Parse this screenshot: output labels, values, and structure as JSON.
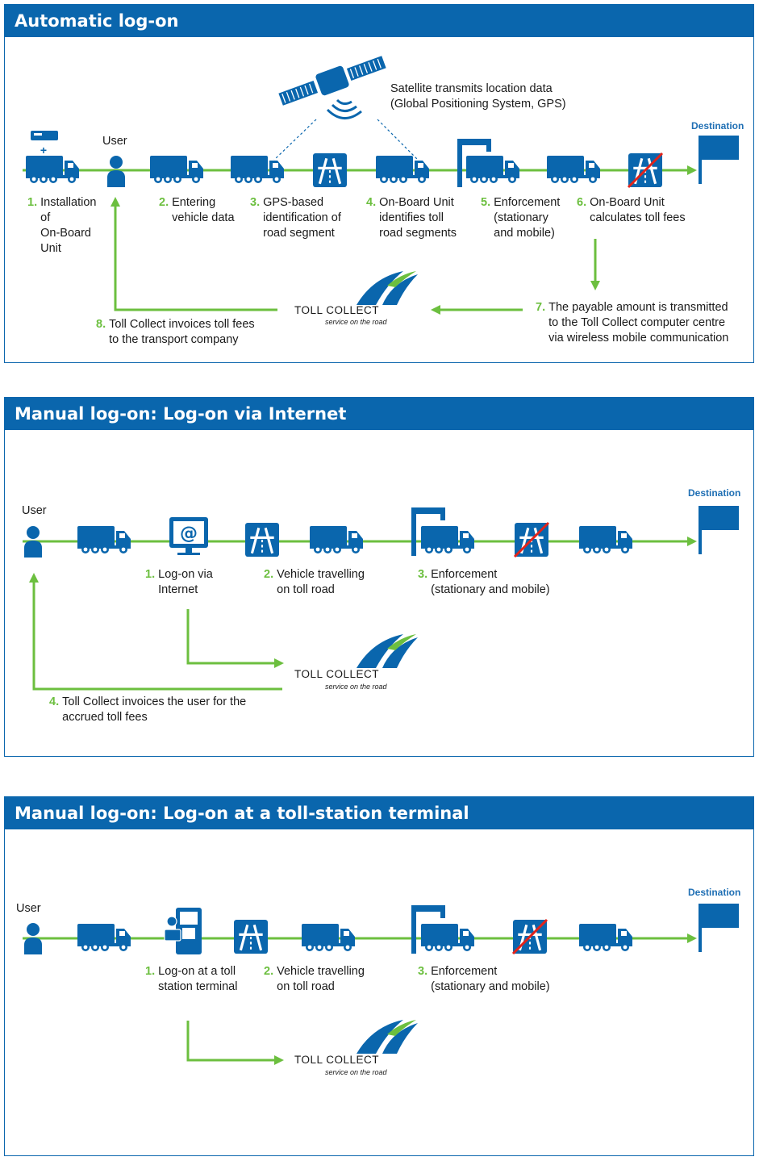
{
  "panels": [
    {
      "title": "Automatic log-on",
      "user": "User",
      "destination": "Destination",
      "satellite": "Satellite transmits location data\n(Global Positioning System, GPS)",
      "steps": [
        {
          "num": "1.",
          "text": "Installation\nof\nOn-Board\nUnit"
        },
        {
          "num": "2.",
          "text": "Entering\nvehicle data"
        },
        {
          "num": "3.",
          "text": "GPS-based\nidentification of\nroad segment"
        },
        {
          "num": "4.",
          "text": "On-Board Unit\nidentifies toll\nroad segments"
        },
        {
          "num": "5.",
          "text": "Enforcement\n(stationary\nand mobile)"
        },
        {
          "num": "6.",
          "text": "On-Board Unit\ncalculates toll fees"
        },
        {
          "num": "7.",
          "text": "The payable amount is transmitted\nto the Toll Collect computer centre\nvia wireless mobile communication"
        },
        {
          "num": "8.",
          "text": "Toll Collect invoices toll fees\nto the transport company"
        }
      ],
      "logo_text": "TOLL COLLECT",
      "logo_slogan": "service on the road"
    },
    {
      "title": "Manual log-on: Log-on via Internet",
      "user": "User",
      "destination": "Destination",
      "steps": [
        {
          "num": "1.",
          "text": "Log-on via\nInternet"
        },
        {
          "num": "2.",
          "text": "Vehicle travelling\non toll road"
        },
        {
          "num": "3.",
          "text": "Enforcement\n(stationary and mobile)"
        },
        {
          "num": "4.",
          "text": "Toll Collect invoices the user for the\naccrued toll fees"
        }
      ],
      "logo_text": "TOLL COLLECT",
      "logo_slogan": "service on the road"
    },
    {
      "title": "Manual log-on: Log-on at a toll-station terminal",
      "user": "User",
      "destination": "Destination",
      "steps": [
        {
          "num": "1.",
          "text": "Log-on at a toll\nstation terminal"
        },
        {
          "num": "2.",
          "text": "Vehicle travelling\non toll road"
        },
        {
          "num": "3.",
          "text": "Enforcement\n(stationary and mobile)"
        }
      ],
      "logo_text": "TOLL COLLECT",
      "logo_slogan": "service on the road"
    }
  ],
  "colors": {
    "blue": "#0a66ad",
    "green": "#6cbf3f",
    "red": "#e2231a"
  }
}
